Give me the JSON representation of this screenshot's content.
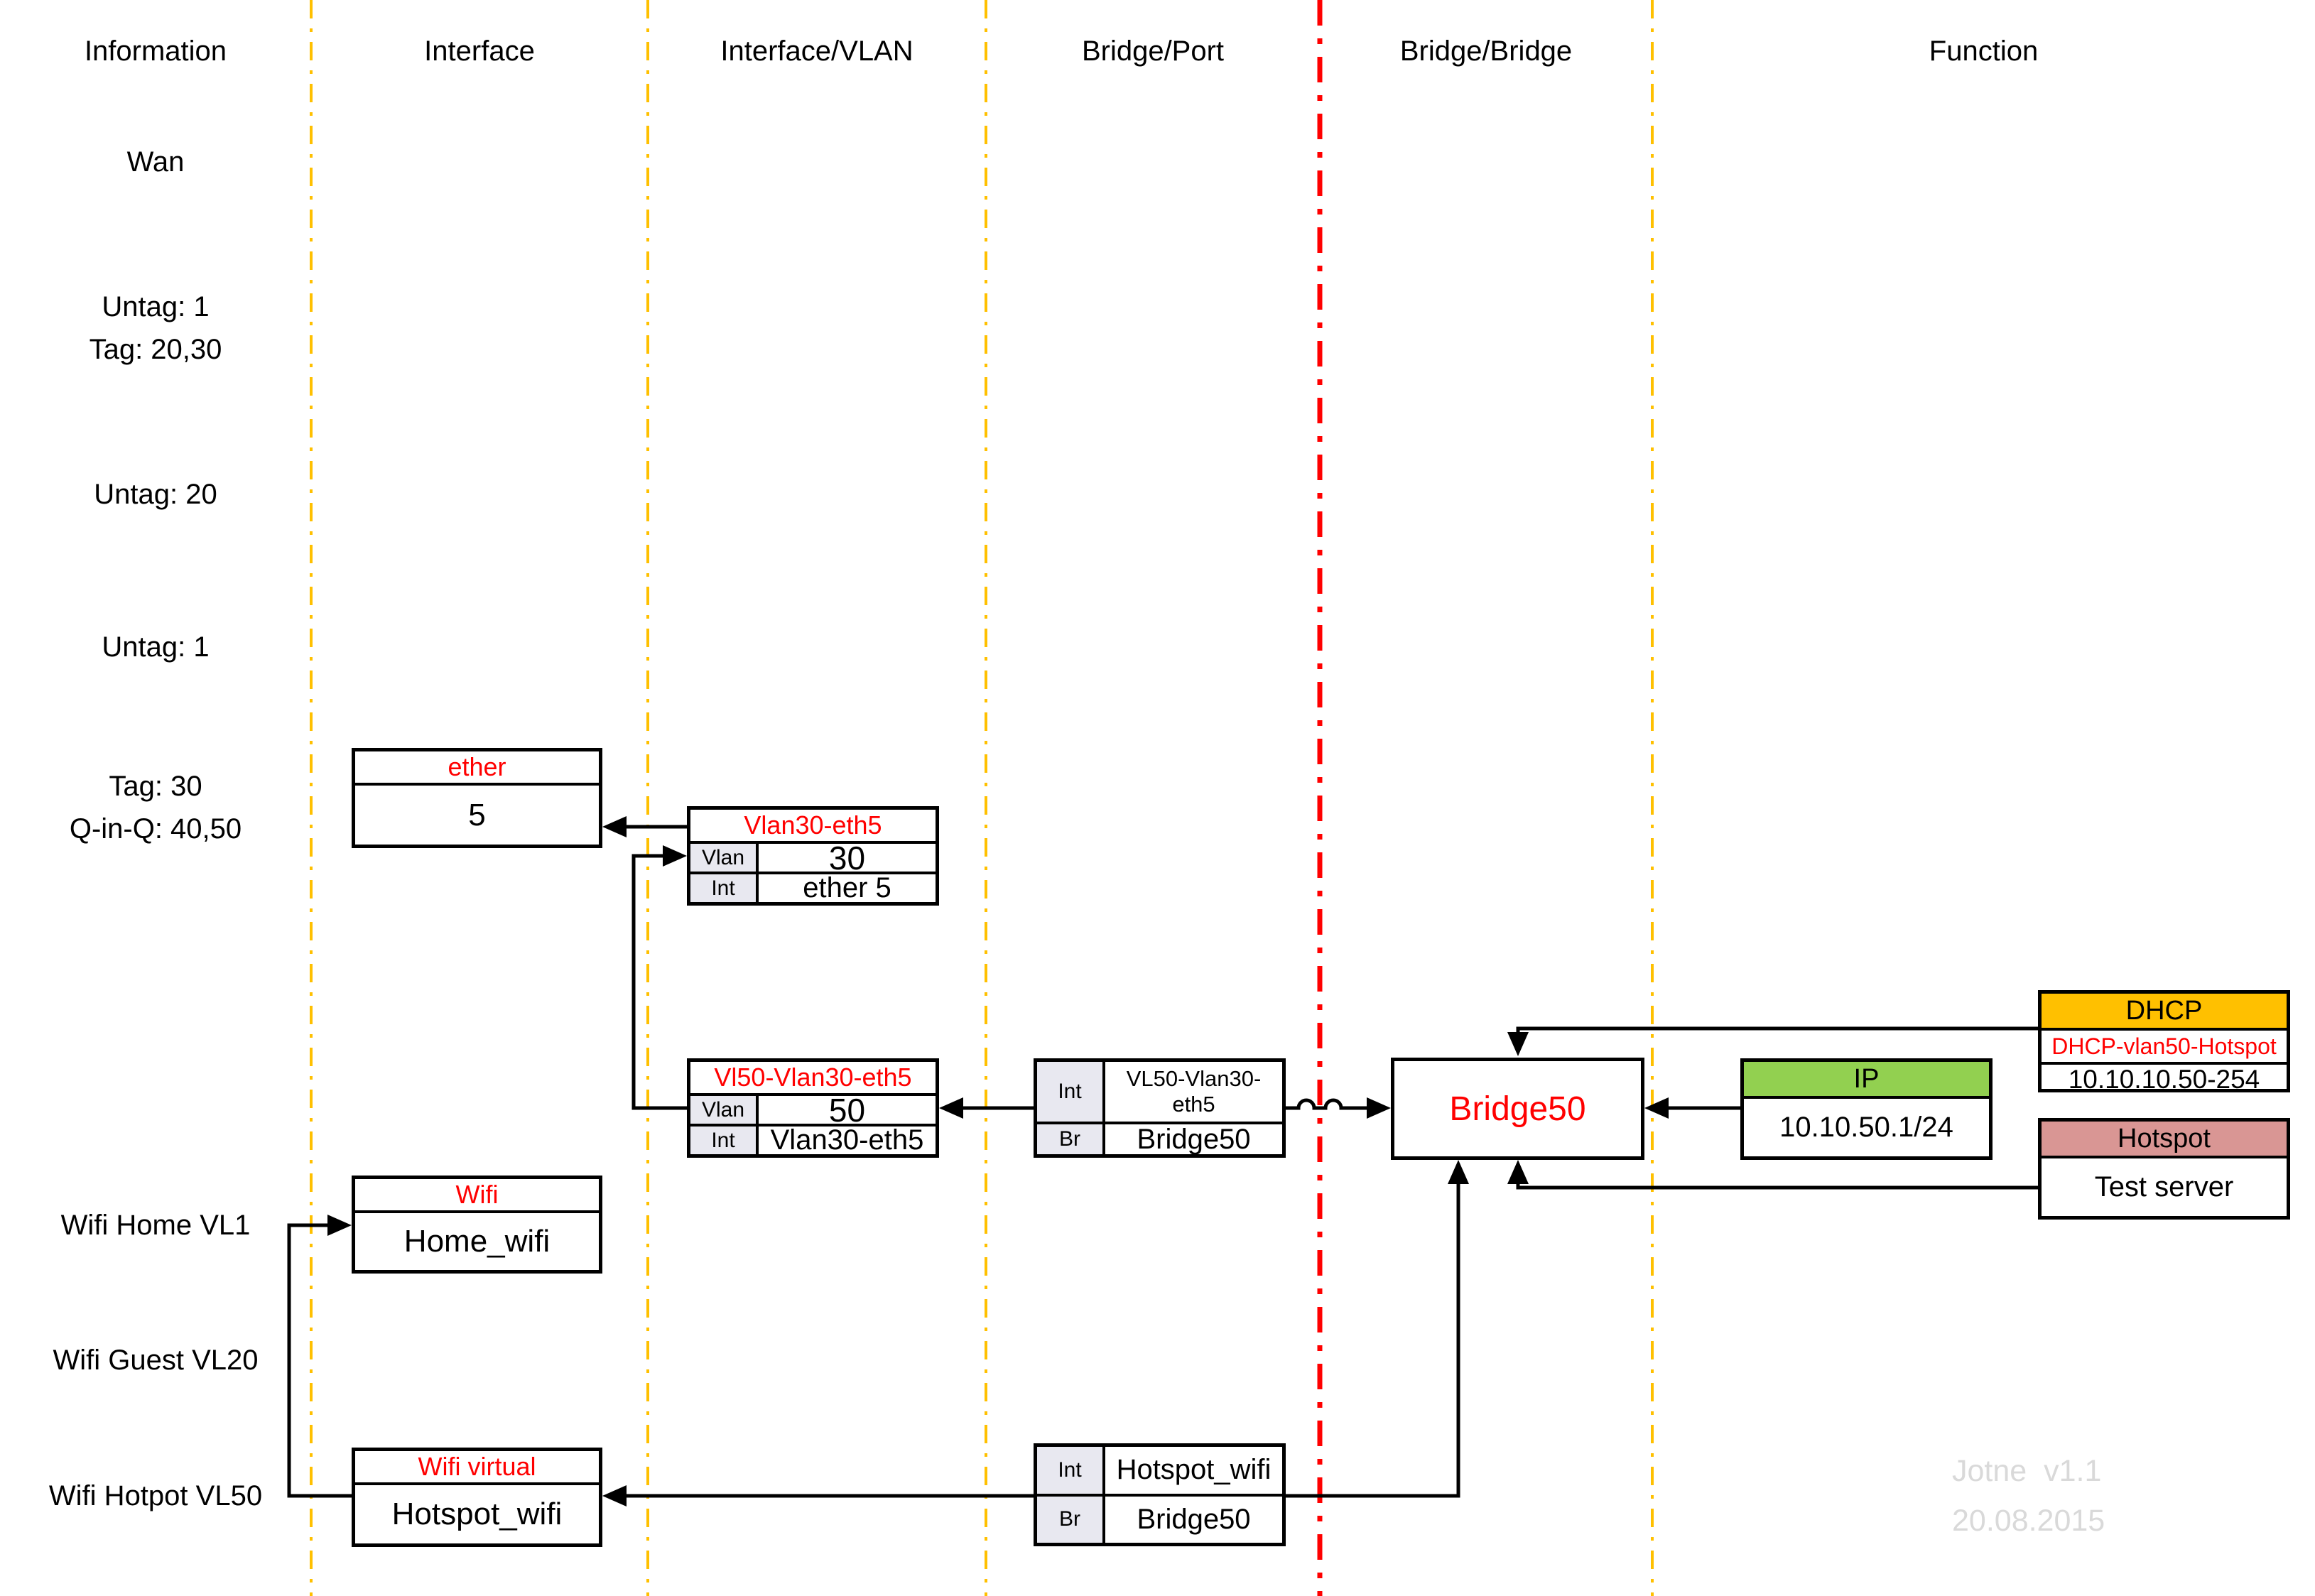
{
  "columns": [
    {
      "label": "Information"
    },
    {
      "label": "Interface"
    },
    {
      "label": "Interface/VLAN"
    },
    {
      "label": "Bridge/Port"
    },
    {
      "label": "Bridge/Bridge"
    },
    {
      "label": "Function"
    }
  ],
  "info_labels": {
    "wan": "Wan",
    "port1_line1": "Untag: 1",
    "port1_line2": "Tag: 20,30",
    "port2": "Untag: 20",
    "port3": "Untag: 1",
    "port4_line1": "Tag: 30",
    "port4_line2": "Q-in-Q: 40,50",
    "wifi_home": "Wifi Home VL1",
    "wifi_guest": "Wifi Guest VL20",
    "wifi_hotspot": "Wifi Hotpot VL50"
  },
  "boxes": {
    "ether": {
      "title": "ether",
      "value": "5"
    },
    "vlan30": {
      "title": "Vlan30-eth5",
      "rows": [
        {
          "label": "Vlan",
          "value": "30"
        },
        {
          "label": "Int",
          "value": "ether 5"
        }
      ]
    },
    "vl50": {
      "title": "Vl50-Vlan30-eth5",
      "rows": [
        {
          "label": "Vlan",
          "value": "50"
        },
        {
          "label": "Int",
          "value": "Vlan30-eth5"
        }
      ]
    },
    "bridge_port_1": {
      "rows": [
        {
          "label": "Int",
          "value": "VL50-Vlan30-eth5"
        },
        {
          "label": "Br",
          "value": "Bridge50"
        }
      ]
    },
    "bridge50": {
      "title": "Bridge50"
    },
    "ip": {
      "header": "IP",
      "value": "10.10.50.1/24"
    },
    "dhcp": {
      "header": "DHCP",
      "name": "DHCP-vlan50-Hotspot",
      "value": "10.10.10.50-254"
    },
    "hotspot": {
      "header": "Hotspot",
      "value": "Test server"
    },
    "wifi": {
      "title": "Wifi",
      "value": "Home_wifi"
    },
    "wifi_virtual": {
      "title": "Wifi virtual",
      "value": "Hotspot_wifi"
    },
    "bridge_port_2": {
      "rows": [
        {
          "label": "Int",
          "value": "Hotspot_wifi"
        },
        {
          "label": "Br",
          "value": "Bridge50"
        }
      ]
    }
  },
  "watermark": {
    "line1": "Jotne  v1.1",
    "line2": "20.08.2015"
  },
  "colors": {
    "accent_red": "#FF0000",
    "line_yellow": "#FFC000",
    "dhcp_header": "#FFC000",
    "ip_header": "#92D050",
    "hotspot_header": "#D99694",
    "label_cell": "#E8E8F0",
    "watermark": "#D9D9D9"
  }
}
